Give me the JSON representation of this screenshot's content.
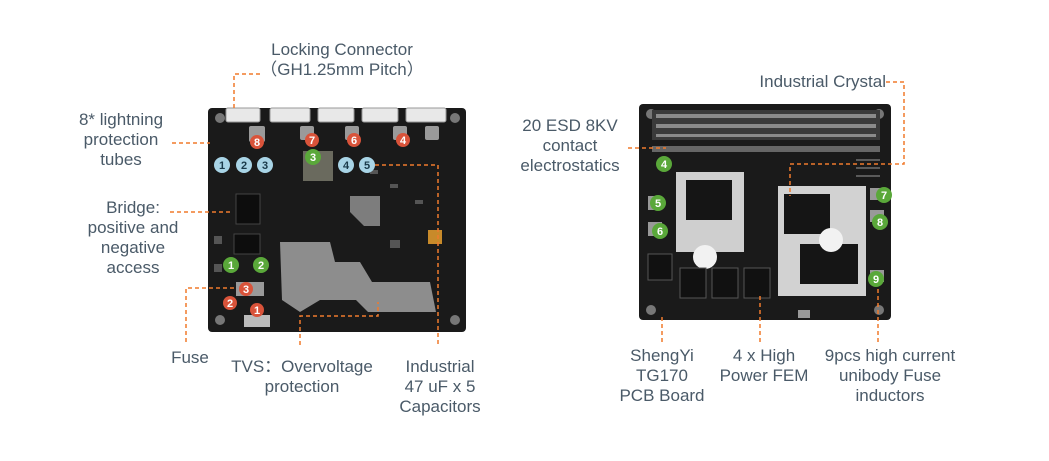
{
  "left_board": {
    "labels": {
      "locking_connector": [
        "Locking Connector",
        "（GH1.25mm Pitch）"
      ],
      "lightning_tubes": [
        "8* lightning",
        "protection",
        "tubes"
      ],
      "bridge": [
        "Bridge:",
        "positive and",
        "negative",
        "access"
      ],
      "fuse": [
        "Fuse"
      ],
      "tvs": [
        "TVS：Overvoltage",
        "protection"
      ],
      "capacitors": [
        "Industrial",
        "47 uF x 5",
        "Capacitors"
      ]
    },
    "badges": [
      "1",
      "2",
      "3",
      "3",
      "4",
      "5",
      "6",
      "7",
      "8",
      "1",
      "2",
      "1",
      "2",
      "3",
      "4"
    ]
  },
  "right_board": {
    "labels": {
      "crystal": [
        "Industrial Crystal"
      ],
      "esd": [
        "20 ESD 8KV",
        "contact",
        "electrostatics"
      ],
      "pcb": [
        "ShengYi",
        "TG170",
        "PCB Board"
      ],
      "fem": [
        "4 x High",
        "Power FEM"
      ],
      "inductors": [
        "9pcs high current",
        "unibody Fuse",
        "inductors"
      ]
    },
    "badges": [
      "4",
      "5",
      "6",
      "7",
      "8",
      "9"
    ]
  },
  "colors": {
    "leader": "#f07a2c",
    "text": "#4a5a68",
    "board": "#1c1c1c",
    "badge_red": "#d9533a",
    "badge_green": "#5aa83a",
    "badge_blue": "#a8d4e6"
  }
}
